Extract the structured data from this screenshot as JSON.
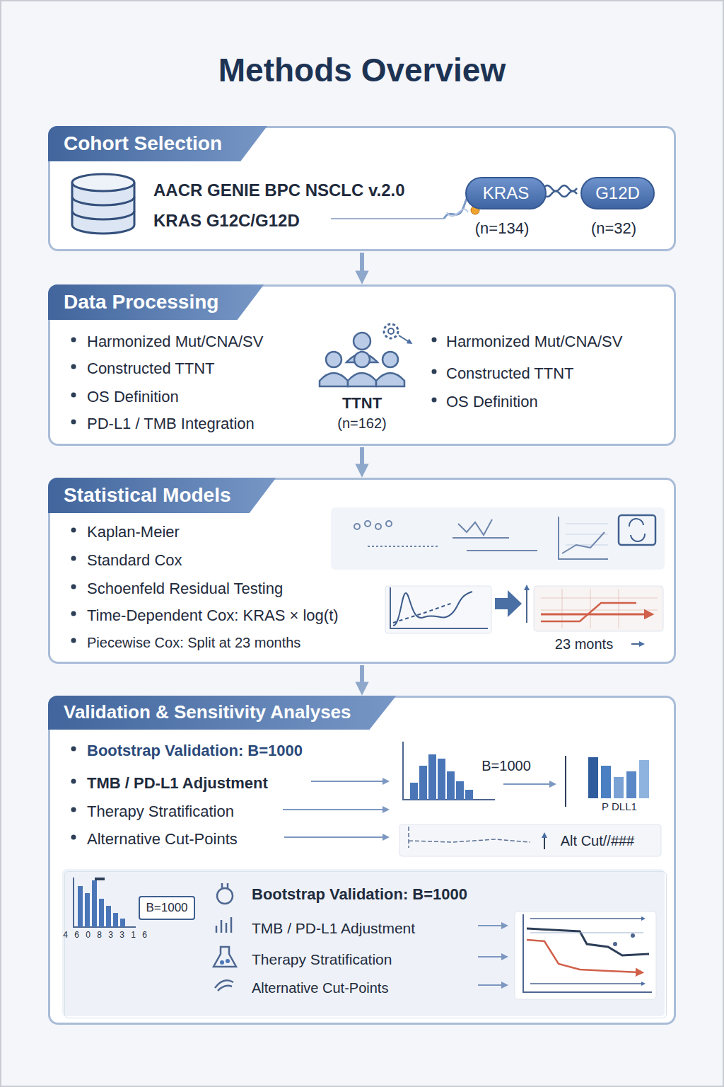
{
  "diagram": {
    "title": "Methods Overview",
    "nodes": [
      {
        "text": [
          "Cohort Selection",
          "AACR GENIE BPC NSCLC v.2.0",
          "KRAS G12C/G12D"
        ]
      },
      {
        "text": [
          "KRAS"
        ],
        "in": 0
      },
      {
        "text": [
          "G12D"
        ],
        "in": 0
      },
      {
        "text": [
          "Data Processing",
          "Harmonized Mut/CNA/SV",
          "Constructed TTNT",
          "OS Definition",
          "PD-L1 / TMB Integration",
          "Harmonized Mut/CNA/SV",
          "Constructed TTNT",
          "OS Definition"
        ]
      },
      {
        "text": [
          "Statistical Models",
          "Kaplan-Meier",
          "Standard Cox",
          "Schoenfeld Residual Testing",
          "Time-Dependent Cox: KRAS × log(t)",
          "Piecewise Cox: Split at 23 months"
        ]
      },
      {
        "text": [
          "Validation & Sensitivity Analyses",
          "Bootstrap Validation: B=1000",
          "TMB / PD-L1 Adjustment",
          "Therapy Stratification",
          "Alternative Cut-Points"
        ]
      },
      {
        "text": [
          "Bootstrap Validation: B=1000",
          "TMB / PD-L1 Adjustment",
          "Therapy Stratification",
          "Alternative Cut-Points"
        ],
        "in": 5
      },
      {
        "text": [
          "B=1000"
        ],
        "in": 6
      }
    ],
    "edges": [
      {
        "from": 0,
        "to": 3,
        "arrow": "to"
      },
      {
        "from": 3,
        "to": 4,
        "arrow": "to"
      },
      {
        "from": 4,
        "to": 5,
        "arrow": "to"
      }
    ],
    "labels": [
      "(n=134)",
      "(n=32)",
      "TTNT",
      "(n=162)",
      "23 monts",
      "B=1000",
      "P DLL1",
      "Alt Cut//###",
      "4 6 0 8 3 3 1 6"
    ]
  }
}
